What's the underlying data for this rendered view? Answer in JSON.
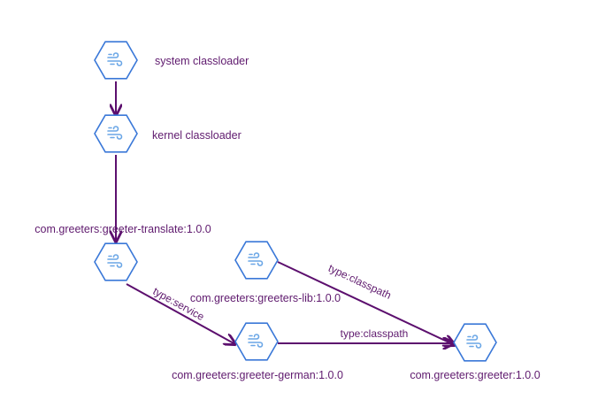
{
  "nodes": [
    {
      "id": "system",
      "label": "system classloader",
      "icon": "wind-icon"
    },
    {
      "id": "kernel",
      "label": "kernel classloader",
      "icon": "wind-icon"
    },
    {
      "id": "translate",
      "label": "com.greeters:greeter-translate:1.0.0",
      "icon": "wind-icon"
    },
    {
      "id": "lib",
      "label": "com.greeters:greeters-lib:1.0.0",
      "icon": "wind-icon"
    },
    {
      "id": "german",
      "label": "com.greeters:greeter-german:1.0.0",
      "icon": "wind-icon"
    },
    {
      "id": "greeter",
      "label": "com.greeters:greeter:1.0.0",
      "icon": "wind-icon"
    }
  ],
  "edges": [
    {
      "from": "system",
      "to": "kernel",
      "label": ""
    },
    {
      "from": "kernel",
      "to": "translate",
      "label": ""
    },
    {
      "from": "translate",
      "to": "german",
      "label": "type:service"
    },
    {
      "from": "german",
      "to": "greeter",
      "label": "type:classpath"
    },
    {
      "from": "lib",
      "to": "greeter",
      "label": "type:classpath"
    }
  ],
  "colors": {
    "edge": "#5c0f6e",
    "label": "#5f1a6e",
    "node_stroke": "#3a78d8",
    "icon": "#6aa6e6"
  }
}
